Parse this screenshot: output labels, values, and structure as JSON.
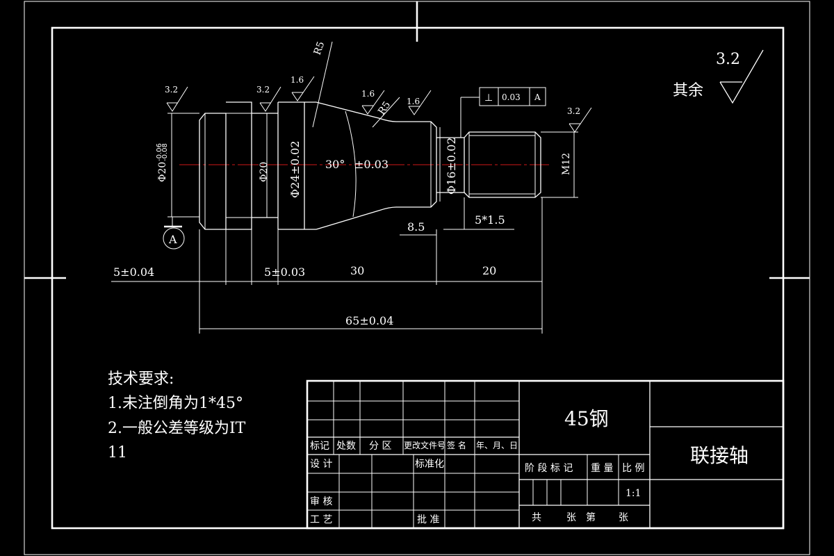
{
  "surface_finish": {
    "general_label": "其余",
    "general_value": "3.2",
    "marks": [
      "3.2",
      "3.2",
      "1.6",
      "1.6",
      "1.6",
      "3.2"
    ]
  },
  "datum_label": "A",
  "dimensions": {
    "dia20_left": "Φ20",
    "dia20_left_tol": "-0.06",
    "dia20_left_tol2": "-0.08",
    "dia20_mid": "Φ20",
    "dia24": "Φ24±0.02",
    "angle": "30°",
    "angle_tol": "±0.03",
    "dia16": "Φ16±0.02",
    "thread": "M12",
    "r5_top": "R5",
    "r5_mid": "R5",
    "len_8_5": "8.5",
    "chamfer_5x1_5": "5*1.5",
    "len_5_left": "5±0.04",
    "len_5_mid": "5±0.03",
    "len_30": "30",
    "len_20": "20",
    "total_65": "65±0.04"
  },
  "tolerance_frame": {
    "symbol": "⊥",
    "value": "0.03",
    "datum": "A"
  },
  "technical_requirements": {
    "title": "技术要求:",
    "line1": "1.未注倒角为1*45°",
    "line2": "2.一般公差等级为IT",
    "line3": "11"
  },
  "title_block": {
    "material": "45钢",
    "part_name": "联接轴",
    "headers": [
      "标记",
      "处数",
      "分 区",
      "更改文件号",
      "签 名",
      "年、月、日"
    ],
    "design": "设 计",
    "standardize": "标准化",
    "review": "审 核",
    "process": "工 艺",
    "approve": "批 准",
    "stage_mark": "阶 段 标 记",
    "weight": "重 量",
    "scale_label": "比 例",
    "scale_value": "1:1",
    "total": "共",
    "sheet": "张",
    "page": "第",
    "sheet2": "张"
  }
}
